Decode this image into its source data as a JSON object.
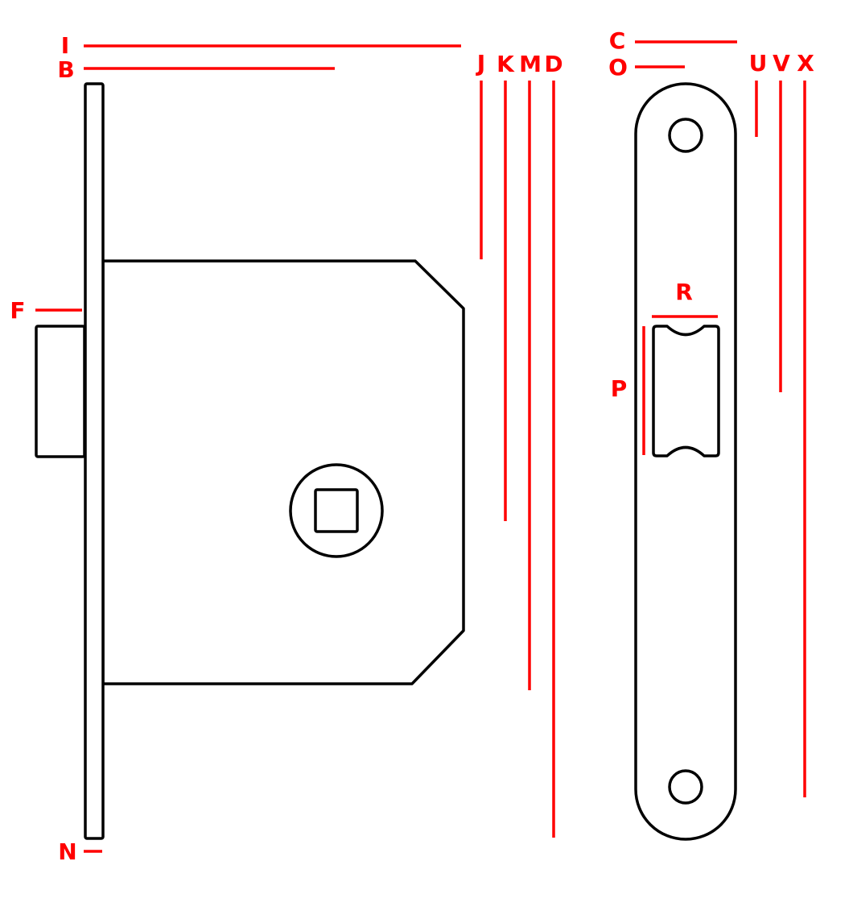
{
  "title": "Mortise lock and strike plate dimension diagram",
  "colors": {
    "dimension": "#ff0000",
    "outline": "#000000",
    "background": "#ffffff"
  },
  "labels": {
    "I": "I",
    "B": "B",
    "J": "J",
    "K": "K",
    "M": "M",
    "D": "D",
    "C": "C",
    "O": "O",
    "U": "U",
    "V": "V",
    "X": "X",
    "F": "F",
    "R": "R",
    "P": "P",
    "N": "N"
  }
}
